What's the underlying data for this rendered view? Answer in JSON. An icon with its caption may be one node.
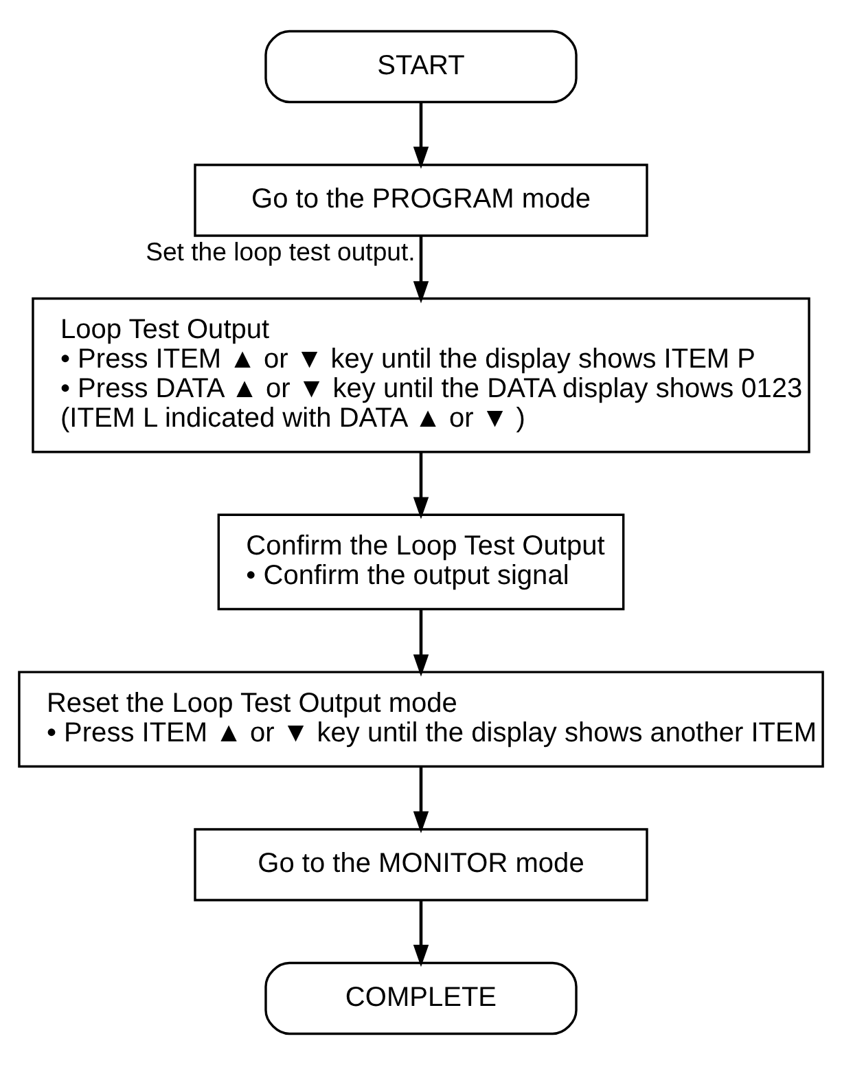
{
  "diagram": {
    "nodes": [
      {
        "text": [
          "START"
        ]
      },
      {
        "text": [
          "Go to the PROGRAM mode"
        ]
      },
      {
        "text": [
          "Loop Test Output",
          "• Press ITEM ▲ or ▼ key until the display shows ITEM P",
          "• Press DATA ▲ or ▼ key until the DATA display shows 0123",
          "(ITEM L indicated with DATA ▲ or ▼ )"
        ]
      },
      {
        "text": [
          "Confirm the Loop Test Output",
          "• Confirm the output signal"
        ]
      },
      {
        "text": [
          "Reset the Loop Test Output mode",
          "• Press ITEM ▲ or ▼ key until the display shows another ITEM"
        ]
      },
      {
        "text": [
          "Go to the MONITOR mode"
        ]
      },
      {
        "text": [
          "COMPLETE"
        ]
      }
    ],
    "edges": [
      {
        "from": 0,
        "to": 1,
        "arrow": "to"
      },
      {
        "from": 1,
        "to": 2,
        "arrow": "to",
        "label": "Set the loop test output."
      },
      {
        "from": 2,
        "to": 3,
        "arrow": "to"
      },
      {
        "from": 3,
        "to": 4,
        "arrow": "to"
      },
      {
        "from": 4,
        "to": 5,
        "arrow": "to"
      },
      {
        "from": 5,
        "to": 6,
        "arrow": "to"
      }
    ]
  }
}
